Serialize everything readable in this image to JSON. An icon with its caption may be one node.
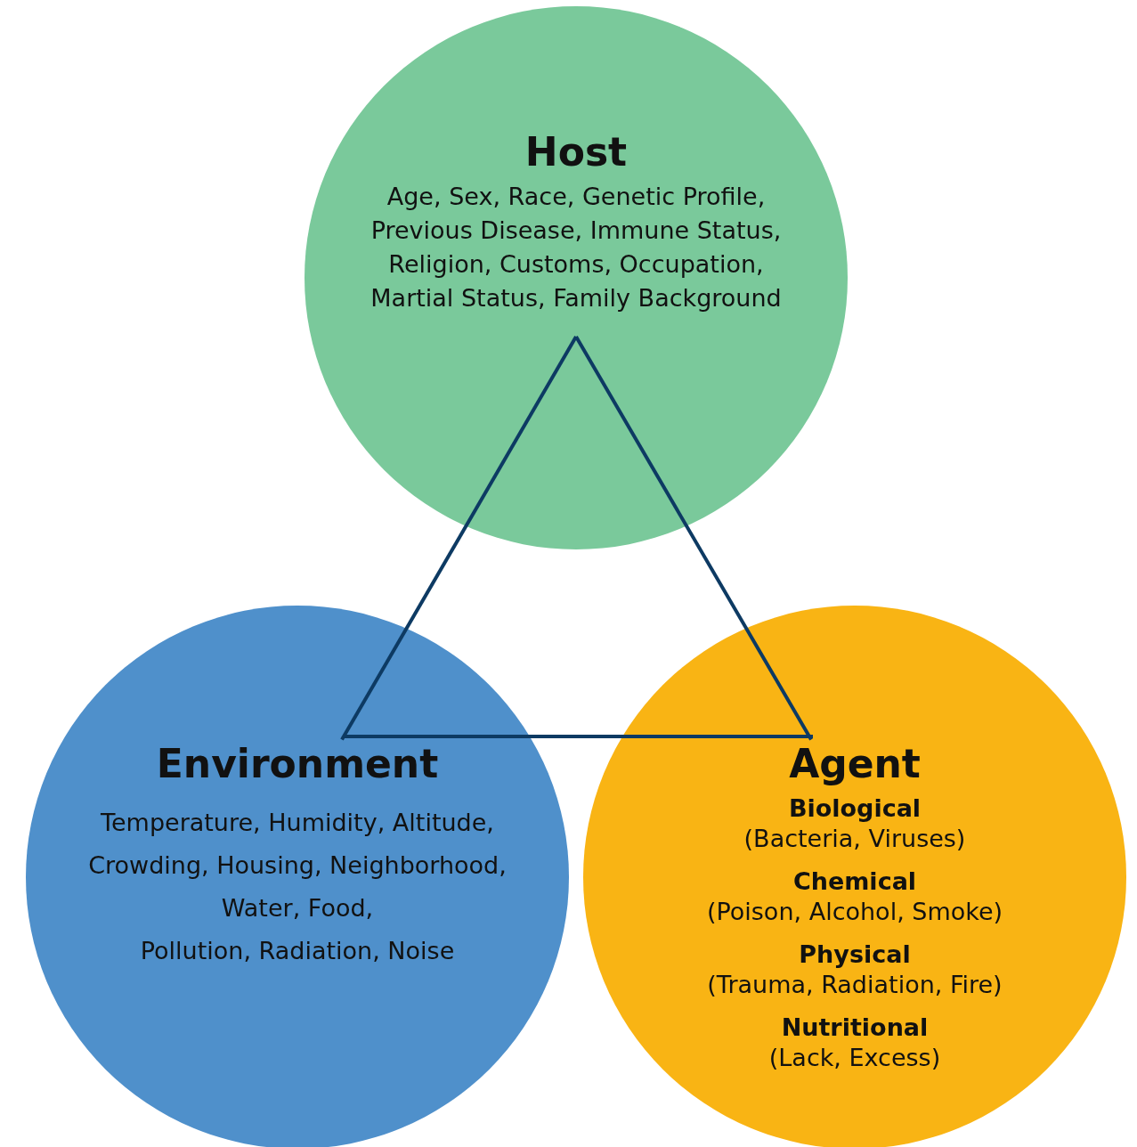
{
  "diagram": {
    "nodes": [
      {
        "text": [
          "Host",
          "Age, Sex, Race, Genetic Profile, Previous Disease, Immune Status, Religion, Customs, Occupation, Martial Status, Family Background"
        ]
      },
      {
        "text": [
          "Environment",
          "Temperature, Humidity, Altitude,",
          "Crowding, Housing, Neighborhood,",
          "Water, Food,",
          "Pollution, Radiation, Noise"
        ]
      },
      {
        "text": [
          "Agent",
          "Biological",
          "(Bacteria, Viruses)",
          "Chemical",
          "(Poison, Alcohol, Smoke)",
          "Physical",
          "(Trauma, Radiation, Fire)",
          "Nutritional",
          "(Lack, Excess)"
        ]
      }
    ],
    "edges": [
      {
        "from": 0,
        "to": 1,
        "arrow": "none"
      },
      {
        "from": 0,
        "to": 2,
        "arrow": "none"
      },
      {
        "from": 1,
        "to": 2,
        "arrow": "none"
      }
    ]
  }
}
